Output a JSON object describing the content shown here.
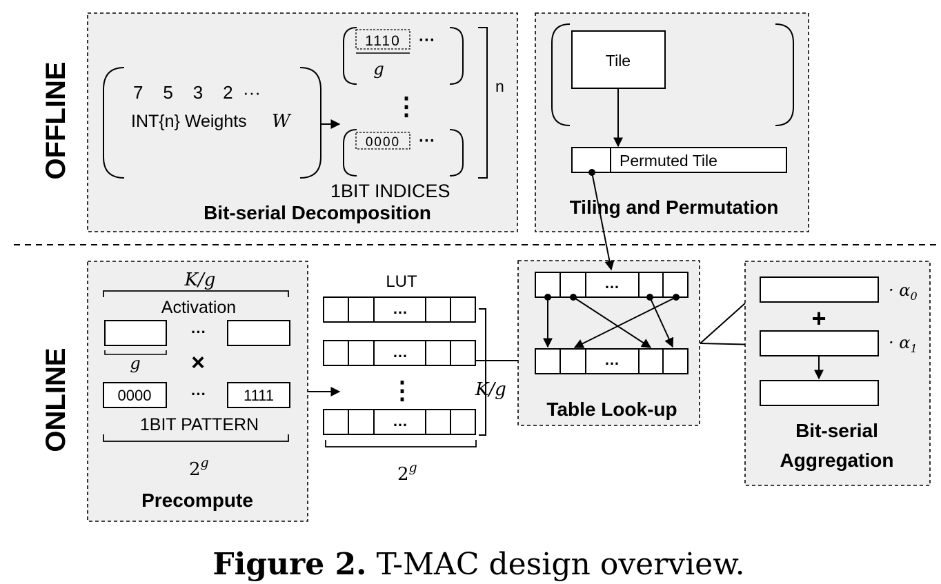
{
  "side_labels": {
    "offline": "OFFLINE",
    "online": "ONLINE"
  },
  "offline": {
    "bit_serial_decomposition": {
      "title": "Bit-serial Decomposition",
      "weights_values": "7    5    3    2  ···",
      "weights_label": "INT{n} Weights",
      "weights_symbol": "W",
      "index_top": "1110",
      "index_bottom": "0000",
      "ellipsis": "···",
      "vdots": "⋮",
      "g_label": "g",
      "n_label": "n",
      "indices_label": "1BIT INDICES"
    },
    "tiling": {
      "title": "Tiling and Permutation",
      "tile_label": "Tile",
      "permuted_label": "Permuted Tile"
    }
  },
  "online": {
    "precompute": {
      "title": "Precompute",
      "k_over_g": "K/g",
      "activation_label": "Activation",
      "ellipsis": "···",
      "g_label": "g",
      "times": "×",
      "pattern_first": "0000",
      "pattern_last": "1111",
      "pattern_label": "1BIT PATTERN",
      "two_pow_g_base": "2",
      "two_pow_g_exp": "g"
    },
    "lut": {
      "title": "LUT",
      "cell_dots": "…",
      "vdots": "⋮",
      "k_over_g": "K/g",
      "two_pow_g_base": "2",
      "two_pow_g_exp": "g"
    },
    "table_lookup": {
      "title": "Table Look-up",
      "cell_dots": "…"
    },
    "aggregation": {
      "title_line1": "Bit-serial",
      "title_line2": "Aggregation",
      "alpha0_prefix": "· α",
      "alpha0_sub": "0",
      "alpha1_prefix": "· α",
      "alpha1_sub": "1",
      "plus": "+"
    }
  },
  "caption": {
    "bold": "Figure 2.",
    "text": " T-MAC design overview."
  }
}
